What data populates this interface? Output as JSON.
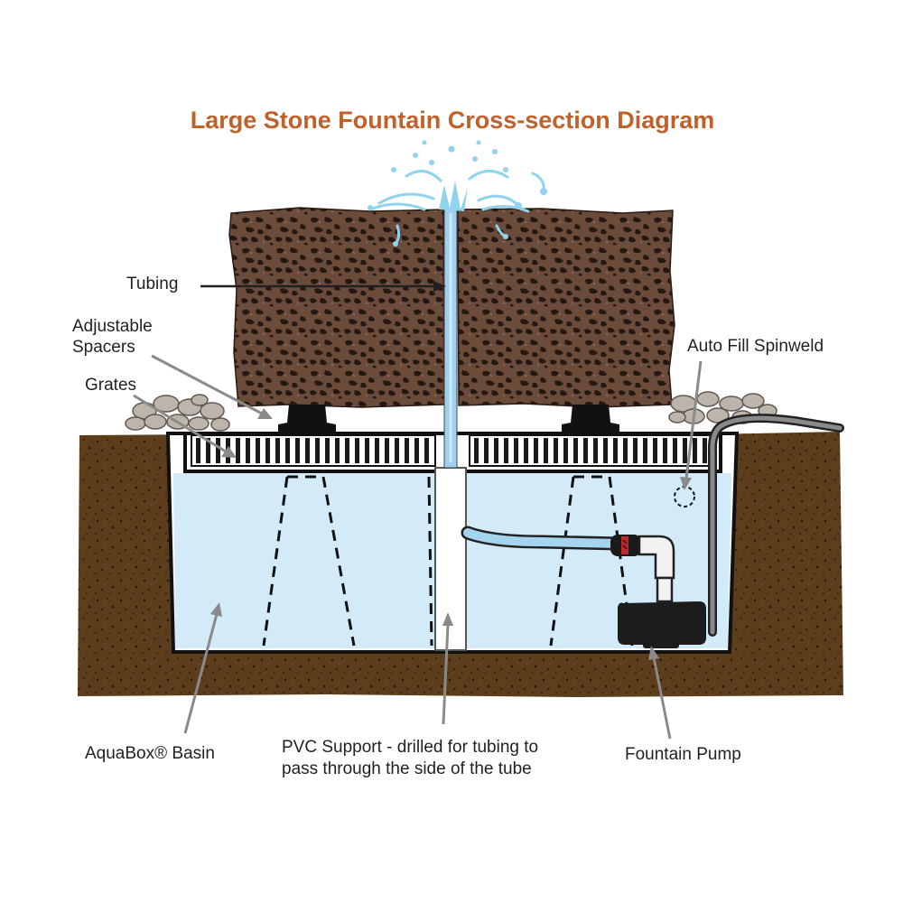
{
  "title": "Large Stone Fountain Cross-section Diagram",
  "labels": {
    "tubing": "Tubing",
    "adjustable_spacers_line1": "Adjustable",
    "adjustable_spacers_line2": "Spacers",
    "grates": "Grates",
    "auto_fill": "Auto Fill Spinweld",
    "aquabox_basin": "AquaBox® Basin",
    "pvc_support_line1": "PVC Support - drilled for tubing to",
    "pvc_support_line2": "pass through the side of the tube",
    "fountain_pump": "Fountain Pump"
  },
  "colors": {
    "title": "#c0612b",
    "soil": "#5c3d1c",
    "stone": "#6b4c3b",
    "water": "#d3ebf8",
    "water_tube": "#9fd0ee",
    "pump": "#1c1c1c",
    "pebbles": "#bdb5ab"
  }
}
